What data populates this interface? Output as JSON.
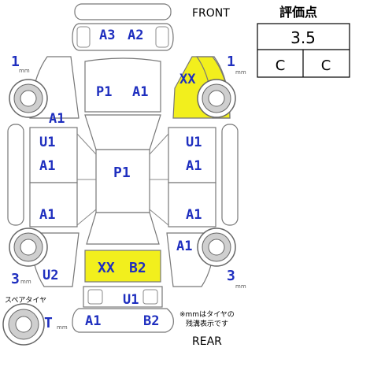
{
  "labels": {
    "front": "FRONT",
    "rear": "REAR",
    "spare_tire": "スペアタイヤ",
    "note_line1": "※mmはタイヤの",
    "note_line2": "残溝表示です",
    "mm": "mm"
  },
  "evaluation": {
    "title": "評価点",
    "score": "3.5",
    "interior": "C",
    "exterior": "C"
  },
  "tires": {
    "front_left": "1",
    "front_right": "1",
    "rear_left": "3",
    "rear_right": "3",
    "spare": "T"
  },
  "damage": {
    "front_bumper_left": "A3",
    "front_bumper_right": "A2",
    "hood_left": "P1",
    "hood_right": "A1",
    "front_right_fender": "XX",
    "front_left_fender": "A1",
    "left_front_door_upper": "U1",
    "left_front_door_lower": "A1",
    "right_front_door_upper": "U1",
    "right_front_door_lower": "A1",
    "roof": "P1",
    "left_rear_door": "A1",
    "right_rear_door": "A1",
    "right_rear_fender": "A1",
    "left_rear_fender": "U2",
    "trunk_left": "XX",
    "trunk_right": "B2",
    "rear_panel": "U1",
    "rear_bumper_left": "A1",
    "rear_bumper_right": "B2"
  },
  "colors": {
    "code_text": "#1f2fbf",
    "highlight": "#f2ef1d"
  }
}
